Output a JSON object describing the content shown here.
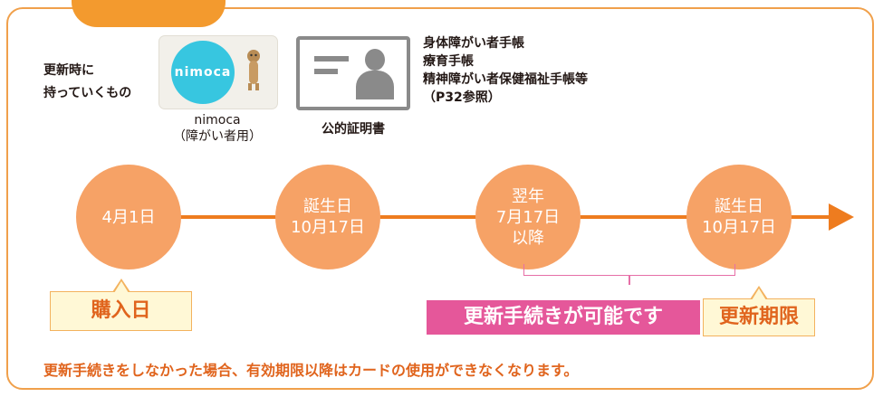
{
  "intro": {
    "line1": "更新時に",
    "line2": "持っていくもの"
  },
  "nimoca_card": {
    "logo": "nimoca",
    "name": "nimoca",
    "note": "（障がい者用）"
  },
  "id_card": {
    "caption": "公的証明書"
  },
  "documents": [
    "身体障がい者手帳",
    "療育手帳",
    "精神障がい者保健福祉手帳等",
    "（P32参照）"
  ],
  "timeline": [
    {
      "lines": [
        "4月1日"
      ]
    },
    {
      "lines": [
        "誕生日",
        "10月17日"
      ]
    },
    {
      "lines": [
        "翌年",
        "7月17日",
        "以降"
      ]
    },
    {
      "lines": [
        "誕生日",
        "10月17日"
      ]
    }
  ],
  "labels": {
    "purchase_day": "購入日",
    "renewal_possible": "更新手続きが可能です",
    "renewal_deadline": "更新期限"
  },
  "note": "更新手続きをしなかった場合、有効期限以降はカードの使用ができなくなります。",
  "colors": {
    "frame": "#f0a04b",
    "timeline": "#ee7c1f",
    "circle": "#f6a266",
    "pink": "#e5579a",
    "callout_bg": "#fff8d6",
    "callout_text": "#e0641d"
  }
}
